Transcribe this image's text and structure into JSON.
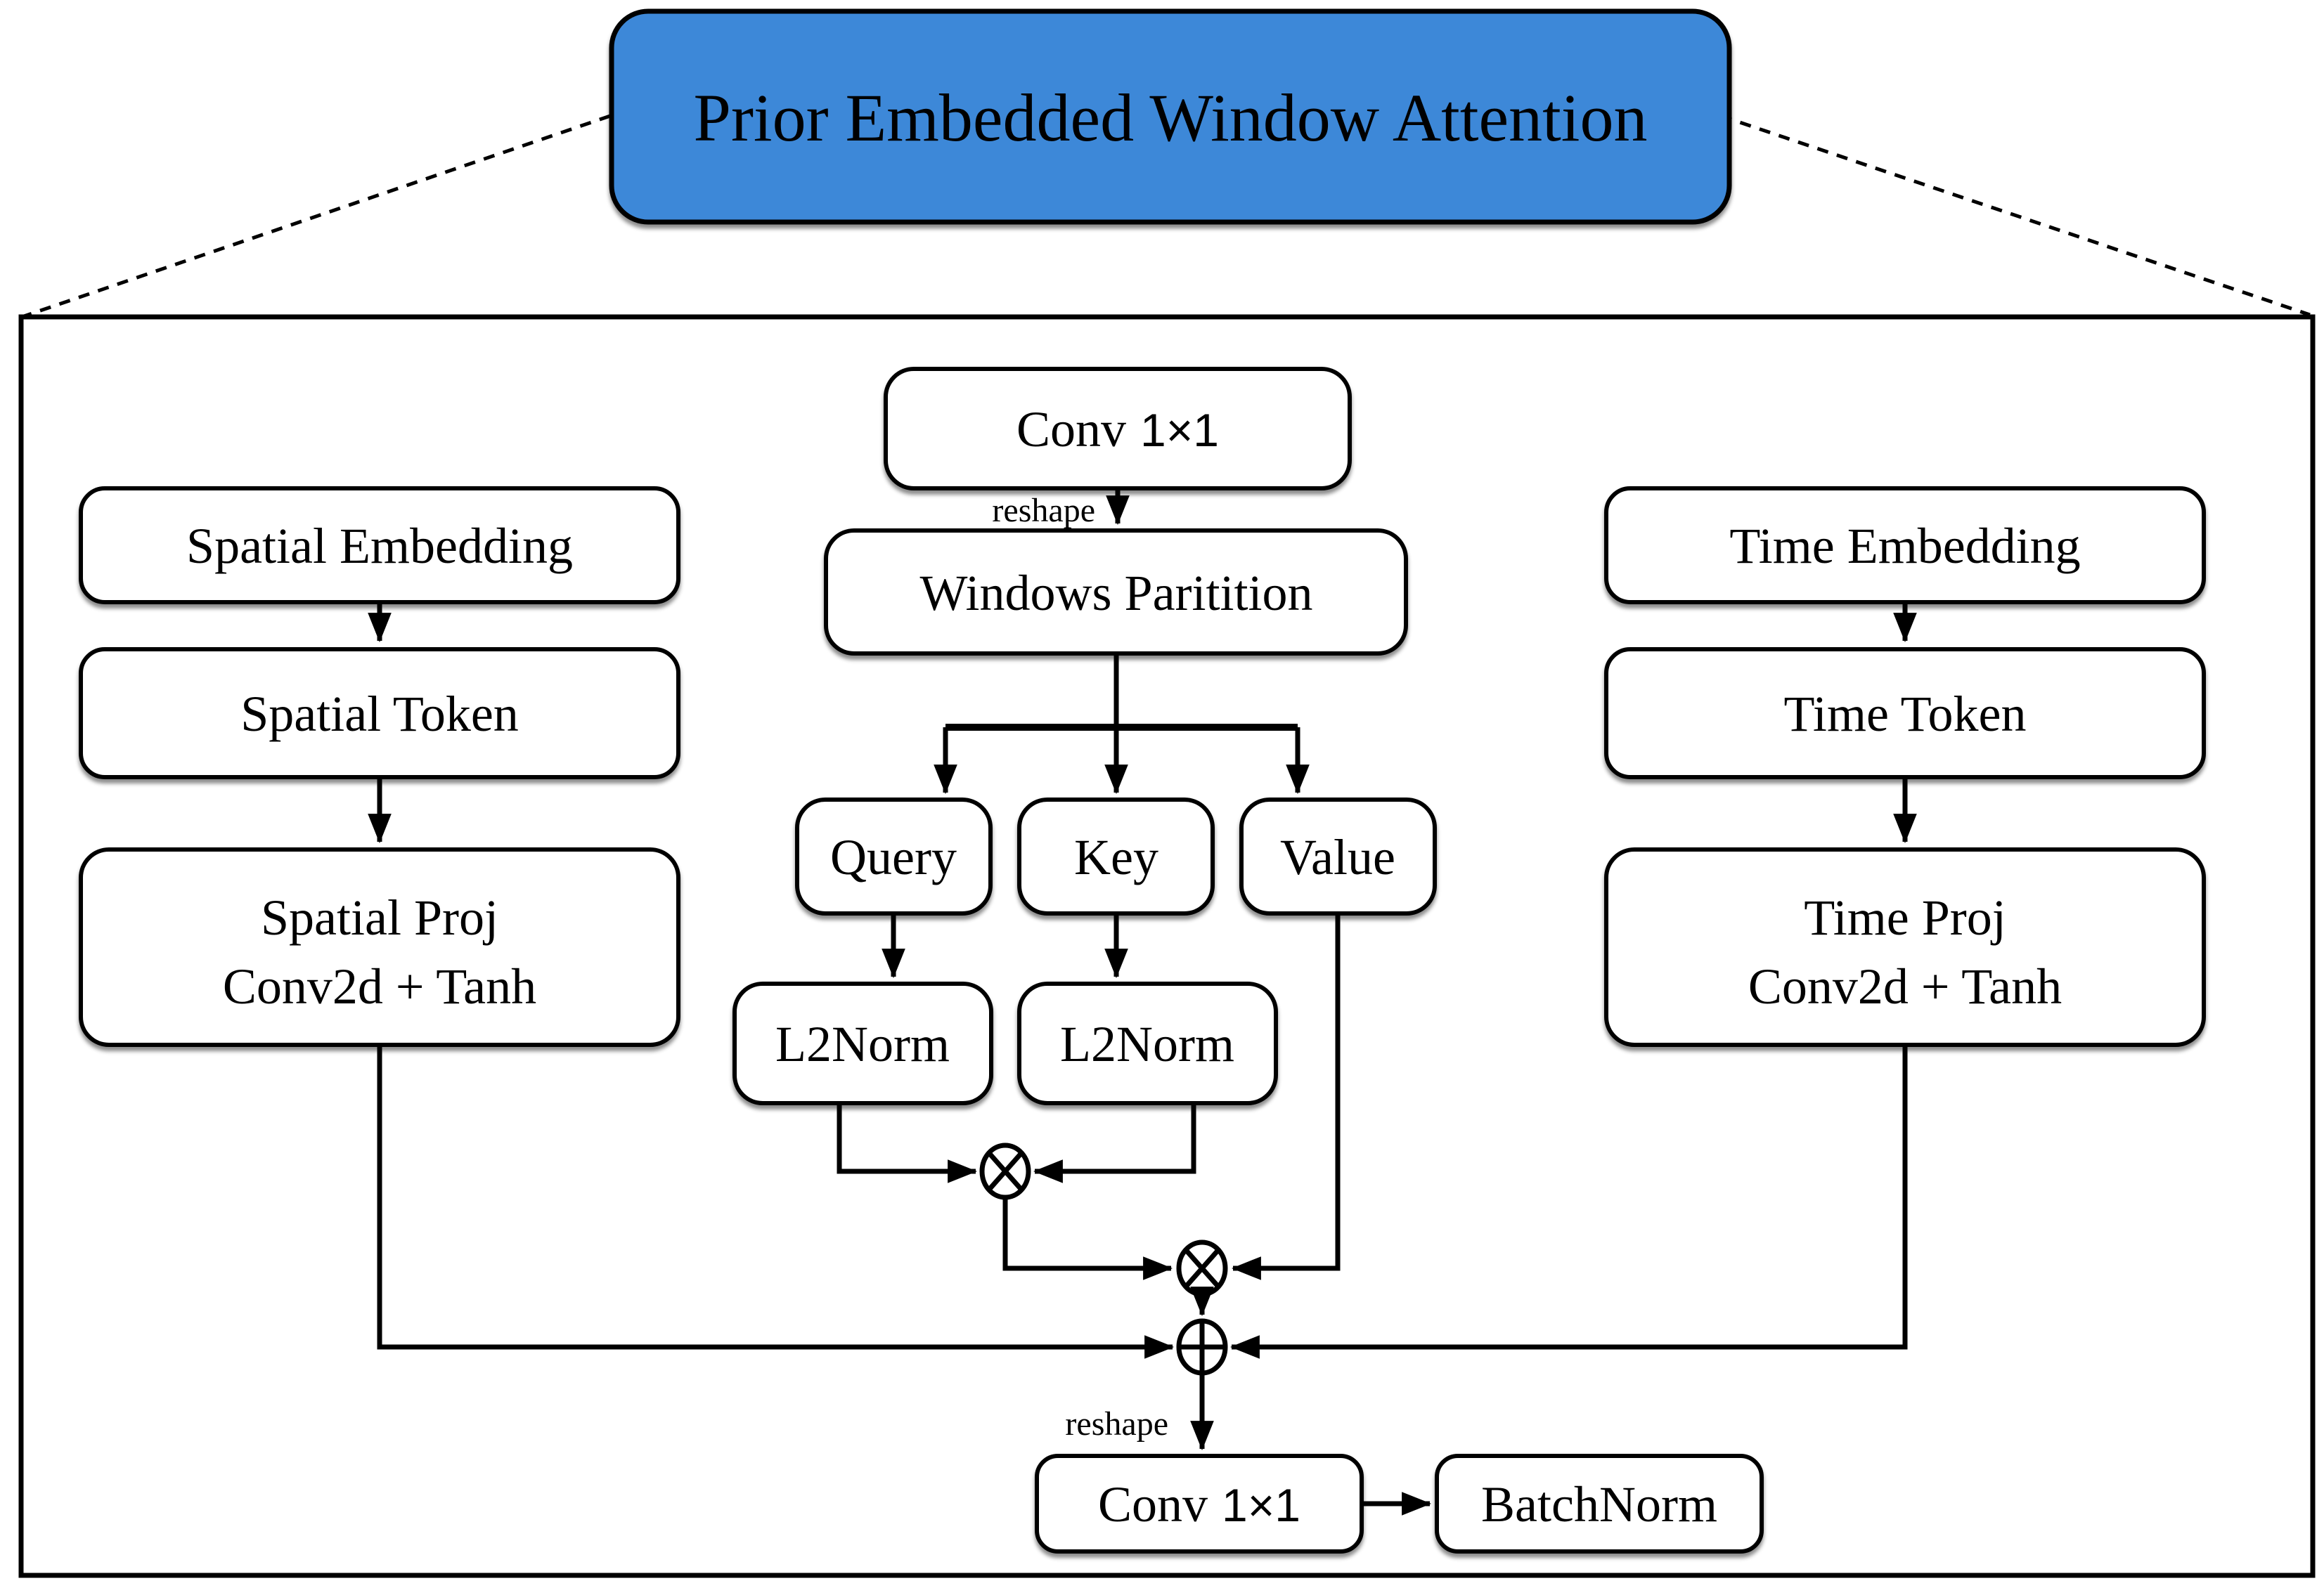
{
  "title": {
    "label": "Prior Embedded Window Attention"
  },
  "colors": {
    "accent_blue": "#3d88d8",
    "stroke": "#000000",
    "box_fill": "#ffffff"
  },
  "nodes": {
    "spatial_embedding": "Spatial Embedding",
    "spatial_token": "Spatial Token",
    "spatial_proj_line1": "Spatial Proj",
    "spatial_proj_line2": "Conv2d + Tanh",
    "conv_top_word": "Conv",
    "conv_top_dims": "1×1",
    "windows_partition": "Windows Paritition",
    "query": "Query",
    "key": "Key",
    "value": "Value",
    "l2norm_query": "L2Norm",
    "l2norm_key": "L2Norm",
    "time_embedding": "Time Embedding",
    "time_token": "Time Token",
    "time_proj_line1": "Time Proj",
    "time_proj_line2": "Conv2d + Tanh",
    "conv_bottom_word": "Conv",
    "conv_bottom_dims": "1×1",
    "batchnorm": "BatchNorm"
  },
  "labels": {
    "reshape_top": "reshape",
    "reshape_bottom": "reshape"
  },
  "operators": {
    "matmul_1": "⊗",
    "matmul_2": "⊗",
    "add": "⊕"
  }
}
